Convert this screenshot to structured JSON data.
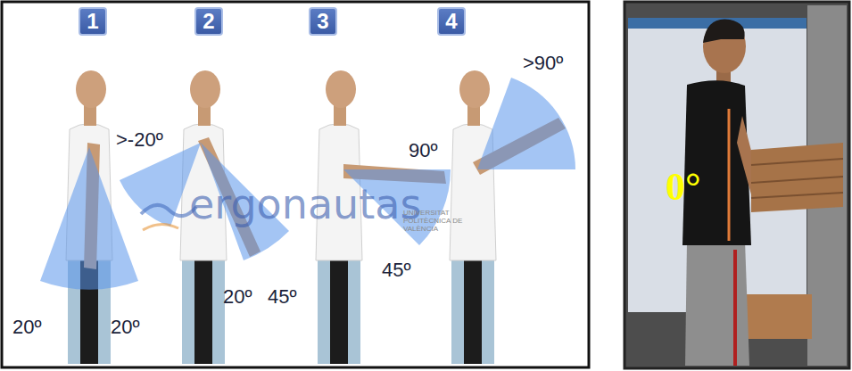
{
  "diagram": {
    "nodes": [
      {
        "text": [
          "1"
        ]
      },
      {
        "text": [
          "2"
        ]
      },
      {
        "text": [
          "3"
        ]
      },
      {
        "text": [
          "4"
        ]
      }
    ],
    "labels": [
      "20º",
      "20º",
      ">-20º",
      "20º",
      "45º",
      "90º",
      "45º",
      ">90º",
      "ergonautas",
      "UNIVERSITAT POLITÈCNICA DE VALÈNCIA",
      "0°"
    ]
  }
}
